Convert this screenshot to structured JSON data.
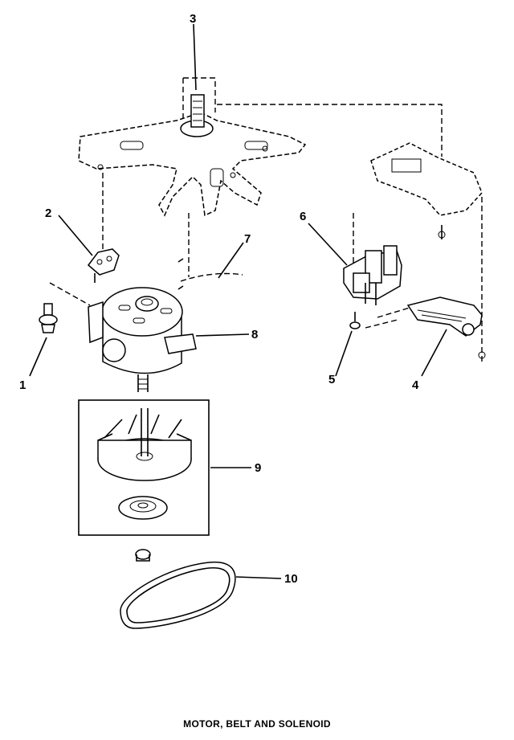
{
  "diagram": {
    "caption": "MOTOR, BELT AND SOLENOID",
    "callouts": [
      {
        "id": "1",
        "label": "1"
      },
      {
        "id": "2",
        "label": "2"
      },
      {
        "id": "3",
        "label": "3"
      },
      {
        "id": "4",
        "label": "4"
      },
      {
        "id": "5",
        "label": "5"
      },
      {
        "id": "6",
        "label": "6"
      },
      {
        "id": "7",
        "label": "7"
      },
      {
        "id": "8",
        "label": "8"
      },
      {
        "id": "9",
        "label": "9"
      },
      {
        "id": "10",
        "label": "10"
      }
    ]
  }
}
